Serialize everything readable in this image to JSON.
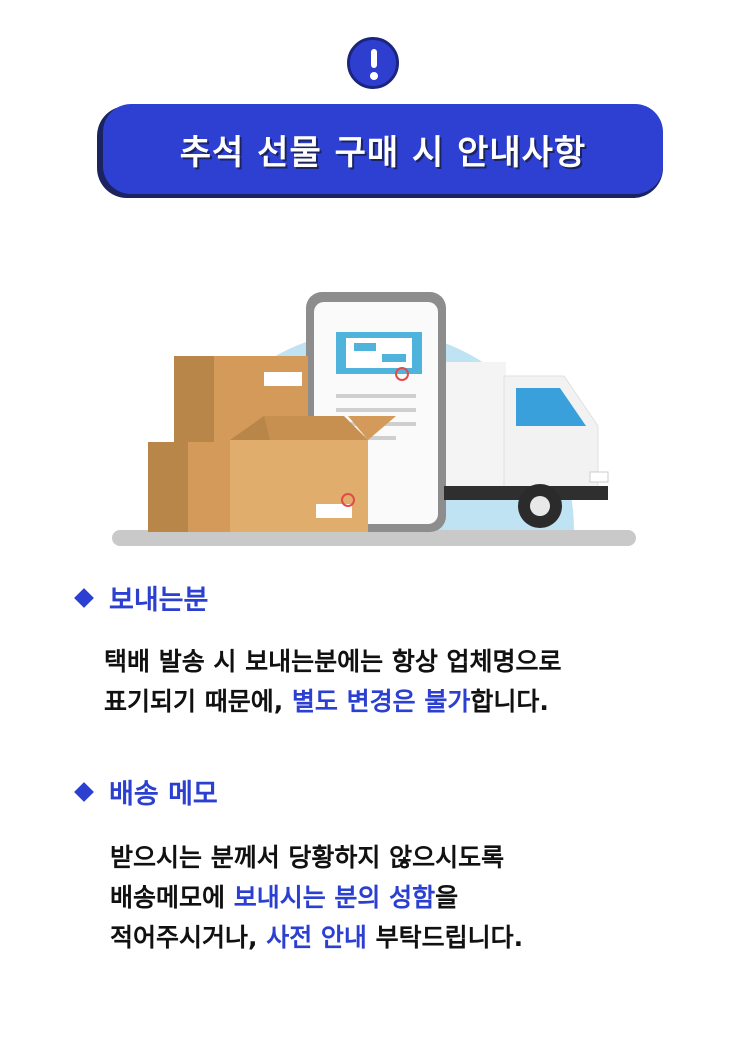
{
  "title": "추석 선물 구매 시 안내사항",
  "section1": {
    "heading": "보내는분",
    "line1": "택배 발송 시 보내는분에는 항상 업체명으로",
    "line2_a": "표기되기 때문에, ",
    "line2_hl": "별도 변경은 불가",
    "line2_b": "합니다."
  },
  "section2": {
    "heading": "배송 메모",
    "line1": "받으시는 분께서 당황하지 않으시도록",
    "line2_a": "배송메모에 ",
    "line2_hl": "보내시는 분의 성함",
    "line2_b": "을",
    "line3_a": "적어주시거나, ",
    "line3_hl": "사전 안내",
    "line3_b": " 부탁드립니다."
  },
  "colors": {
    "accent": "#2b3fd0",
    "banner": "#2e40d1",
    "banner_shadow": "#1b2460",
    "sky_circle": "#bfe3f3",
    "box": "#d39a59"
  },
  "icons": [
    "alert-icon",
    "delivery-illustration"
  ]
}
